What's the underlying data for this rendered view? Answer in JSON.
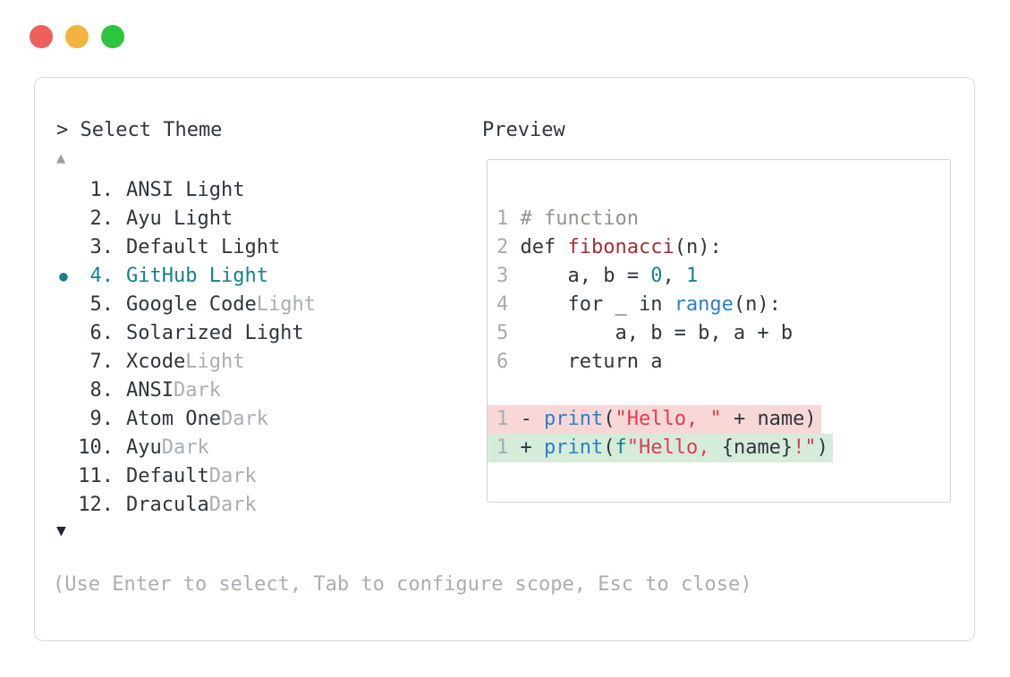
{
  "colors": {
    "accent_teal": "#17808a",
    "text_dark": "#2f363c",
    "text_muted": "#a9aeb3",
    "comment_green_gray": "#8f968a",
    "function_red": "#a62d34",
    "builtin_blue": "#2d7fc7",
    "string_red": "#e23b50",
    "diff_removed_bg": "#f8d7d7",
    "diff_added_bg": "#d5ecdb",
    "panel_border": "#dadada",
    "traffic_red": "#f0605a",
    "traffic_yellow": "#f3b43f",
    "traffic_green": "#2dc53e"
  },
  "window": {
    "traffic_lights": [
      {
        "name": "close",
        "color_key": "traffic_red"
      },
      {
        "name": "minimize",
        "color_key": "traffic_yellow"
      },
      {
        "name": "maximize",
        "color_key": "traffic_green"
      }
    ]
  },
  "prompt": "> Select Theme",
  "scroll_up_icon": "▲",
  "scroll_down_icon": "▼",
  "theme_list": [
    {
      "number": "1.",
      "name": "ANSI Light",
      "muted": "",
      "selected": false
    },
    {
      "number": "2.",
      "name": "Ayu Light",
      "muted": "",
      "selected": false
    },
    {
      "number": "3.",
      "name": "Default Light",
      "muted": "",
      "selected": false
    },
    {
      "number": "4.",
      "name": "GitHub Light",
      "muted": "",
      "selected": true
    },
    {
      "number": "5.",
      "name": "Google Code",
      "muted": " Light",
      "selected": false
    },
    {
      "number": "6.",
      "name": "Solarized Light",
      "muted": "",
      "selected": false
    },
    {
      "number": "7.",
      "name": "Xcode",
      "muted": " Light",
      "selected": false
    },
    {
      "number": "8.",
      "name": "ANSI",
      "muted": " Dark",
      "selected": false
    },
    {
      "number": "9.",
      "name": "Atom One",
      "muted": " Dark",
      "selected": false
    },
    {
      "number": "10.",
      "name": "Ayu",
      "muted": " Dark",
      "selected": false
    },
    {
      "number": "11.",
      "name": "Default",
      "muted": " Dark",
      "selected": false
    },
    {
      "number": "12.",
      "name": "Dracula",
      "muted": " Dark",
      "selected": false
    }
  ],
  "selected_bullet": "●",
  "preview": {
    "label": "Preview",
    "code_lines": [
      {
        "num": "1",
        "diff": "",
        "tokens": [
          [
            "comment",
            "# function"
          ]
        ]
      },
      {
        "num": "2",
        "diff": "",
        "tokens": [
          [
            "plain",
            "def "
          ],
          [
            "func",
            "fibonacci"
          ],
          [
            "plain",
            "(n):"
          ]
        ]
      },
      {
        "num": "3",
        "diff": "",
        "tokens": [
          [
            "plain",
            "    a, b = "
          ],
          [
            "number",
            "0"
          ],
          [
            "plain",
            ", "
          ],
          [
            "number",
            "1"
          ]
        ]
      },
      {
        "num": "4",
        "diff": "",
        "tokens": [
          [
            "plain",
            "    for _ in "
          ],
          [
            "builtin",
            "range"
          ],
          [
            "plain",
            "(n):"
          ]
        ]
      },
      {
        "num": "5",
        "diff": "",
        "tokens": [
          [
            "plain",
            "        a, b = b, a + b"
          ]
        ]
      },
      {
        "num": "6",
        "diff": "",
        "tokens": [
          [
            "plain",
            "    return a"
          ]
        ]
      },
      {
        "num": "",
        "diff": "",
        "tokens": []
      },
      {
        "num": "1",
        "diff": "removed",
        "tokens": [
          [
            "plain",
            "- "
          ],
          [
            "builtin",
            "print"
          ],
          [
            "plain",
            "("
          ],
          [
            "string",
            "\"Hello, \""
          ],
          [
            "plain",
            " + name)"
          ]
        ]
      },
      {
        "num": "1",
        "diff": "added",
        "tokens": [
          [
            "plain",
            "+ "
          ],
          [
            "builtin",
            "print"
          ],
          [
            "plain",
            "("
          ],
          [
            "fprefix",
            "f"
          ],
          [
            "string",
            "\"Hello, "
          ],
          [
            "plain",
            "{name}"
          ],
          [
            "string",
            "!\""
          ],
          [
            "plain",
            ")"
          ]
        ]
      }
    ]
  },
  "help_text": "(Use Enter to select, Tab to configure scope, Esc to close)"
}
